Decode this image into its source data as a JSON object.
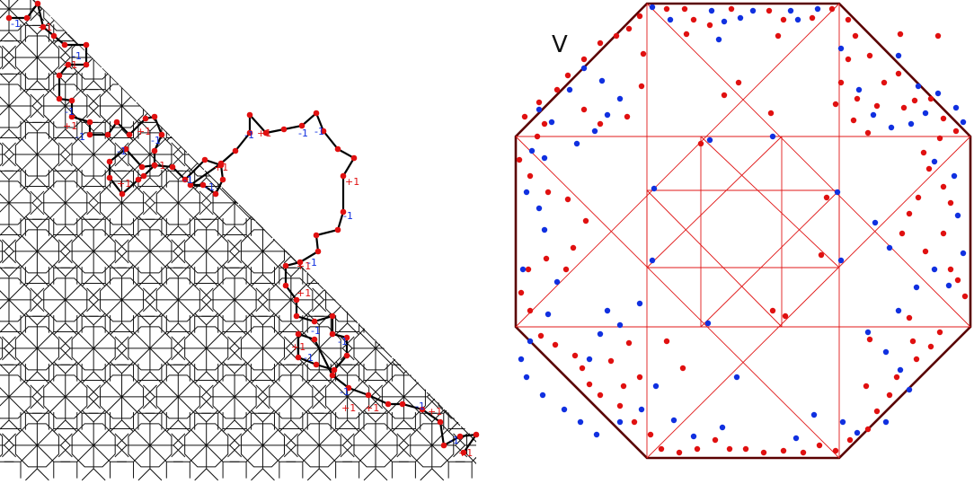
{
  "figure": {
    "window_label": "V",
    "plus_label": "+1",
    "minus_label": "-1",
    "colors": {
      "tile_edge": "#111111",
      "path_edge": "#000000",
      "positive": "#e01010",
      "negative": "#1030e0",
      "window_boundary": "#5a0000",
      "window_lines": "#e01818"
    }
  }
}
